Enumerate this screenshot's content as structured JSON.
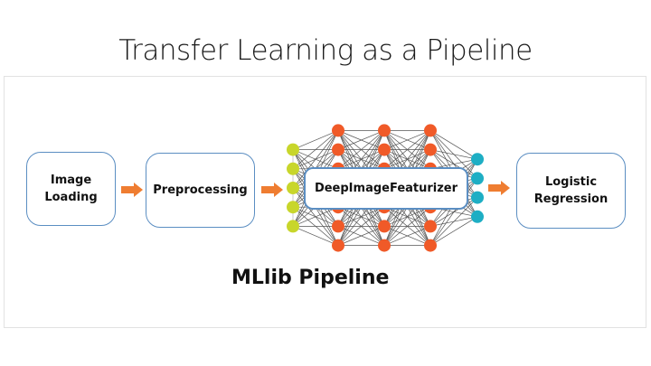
{
  "slide": {
    "title": "Transfer Learning as a Pipeline",
    "pipeline_label": "MLlib Pipeline"
  },
  "stages": [
    {
      "id": "image-loading",
      "label_lines": [
        "Image",
        "Loading"
      ]
    },
    {
      "id": "preprocessing",
      "label_lines": [
        "Preprocessing"
      ]
    },
    {
      "id": "deep-image-featurizer",
      "label_lines": [
        "DeepImageFeaturizer"
      ]
    },
    {
      "id": "logistic-regression",
      "label_lines": [
        "Logistic",
        "Regression"
      ]
    }
  ],
  "arrows": [
    {
      "from": "image-loading",
      "to": "preprocessing"
    },
    {
      "from": "preprocessing",
      "to": "deep-image-featurizer"
    },
    {
      "from": "deep-image-featurizer",
      "to": "logistic-regression"
    }
  ],
  "neural_network": {
    "layers": [
      {
        "role": "input",
        "nodes": 5,
        "color": "#c8d62b"
      },
      {
        "role": "hidden",
        "nodes": 7,
        "color": "#f05a28"
      },
      {
        "role": "hidden",
        "nodes": 7,
        "color": "#f05a28"
      },
      {
        "role": "hidden",
        "nodes": 7,
        "color": "#f05a28"
      },
      {
        "role": "output",
        "nodes": 4,
        "color": "#1eaec4"
      }
    ],
    "edge_color": "#555555"
  },
  "colors": {
    "box_border": "#5b8ec2",
    "arrow": "#ef7d31",
    "panel_border": "#e2e2e2"
  }
}
